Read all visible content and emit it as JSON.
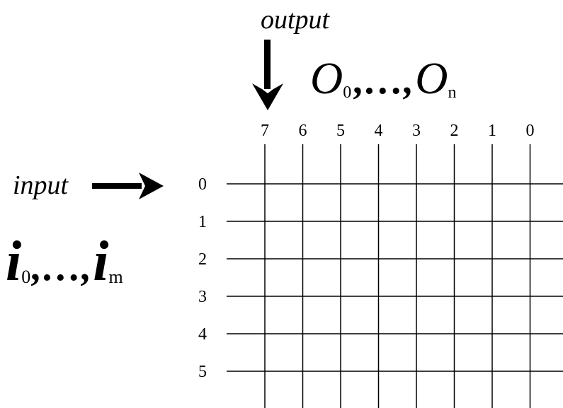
{
  "output_label": "output",
  "input_label": "input",
  "output_set": {
    "first_var": "O",
    "first_sub": "0",
    "separator": ",…,",
    "last_var": "O",
    "last_sub": "n"
  },
  "input_set": {
    "first_var": "i",
    "first_sub": "0",
    "separator": ",…,",
    "last_var": "i",
    "last_sub": "m"
  },
  "columns": [
    "7",
    "6",
    "5",
    "4",
    "3",
    "2",
    "1",
    "0"
  ],
  "rows": [
    "0",
    "1",
    "2",
    "3",
    "4",
    "5"
  ],
  "colors": {
    "ink": "#000000",
    "background": "#ffffff"
  }
}
